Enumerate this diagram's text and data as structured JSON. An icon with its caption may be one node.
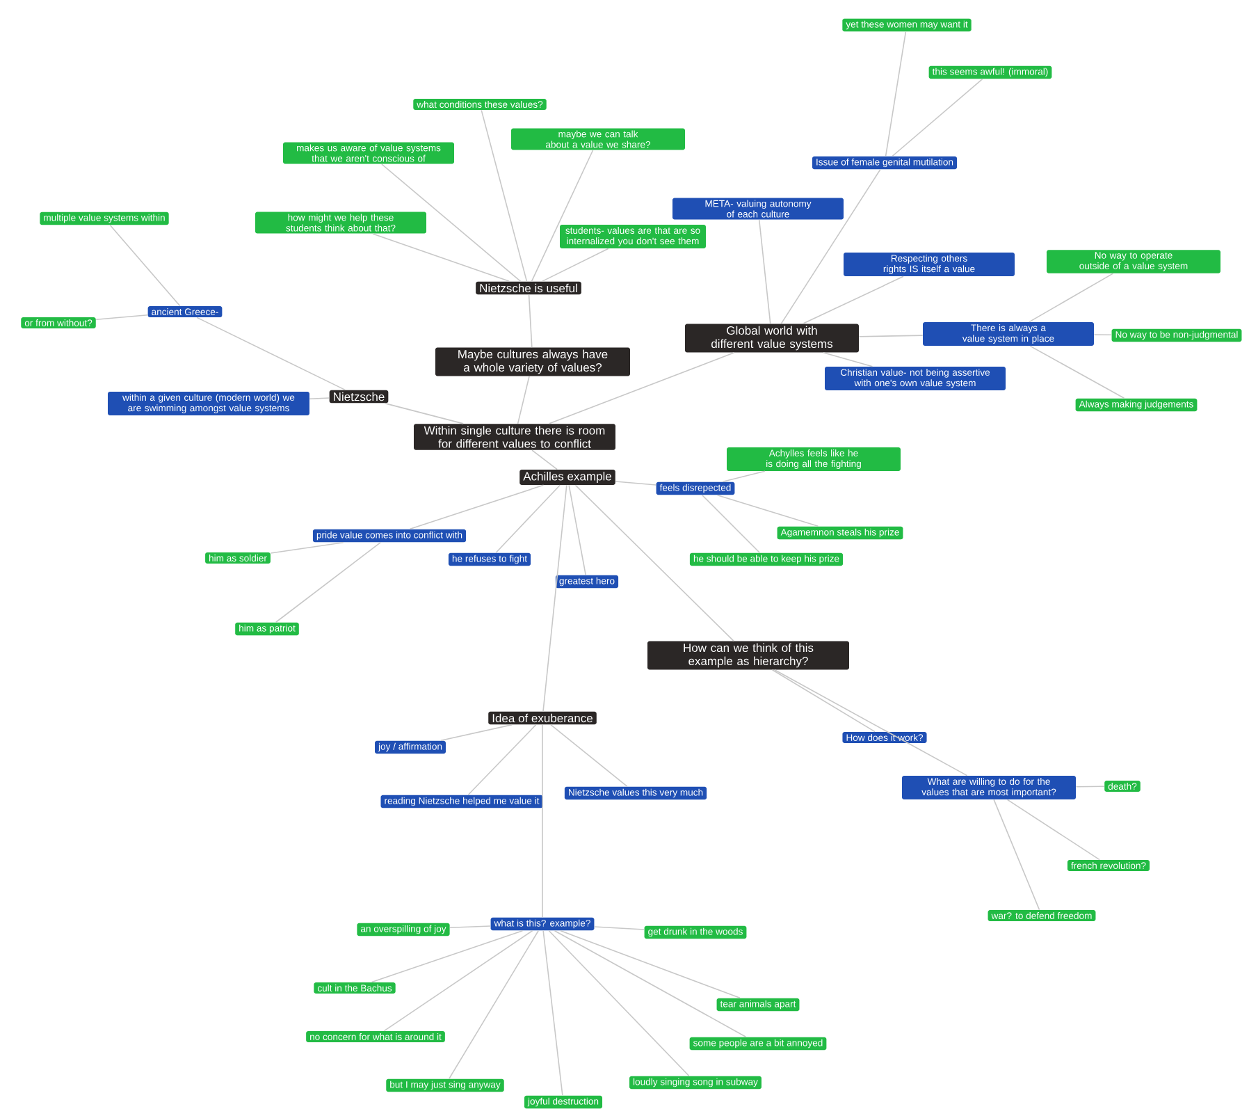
{
  "diagram": {
    "nodes": [
      {
        "text": [
          "Nietzsche"
        ]
      },
      {
        "text": [
          "within a given culture (modern world) we are swimming amongst value systems"
        ]
      },
      {
        "text": [
          "ancient Greece-"
        ]
      },
      {
        "text": [
          "multiple value systems within"
        ]
      },
      {
        "text": [
          "or from without?"
        ]
      },
      {
        "text": [
          "Within single culture there is room for different values to conflict"
        ]
      },
      {
        "text": [
          "Maybe cultures always have a whole variety of values?"
        ]
      },
      {
        "text": [
          "Nietzsche is useful"
        ]
      },
      {
        "text": [
          "what conditions these values?"
        ]
      },
      {
        "text": [
          "makes us aware of value systems that we aren't conscious of"
        ]
      },
      {
        "text": [
          "students- values are that are so internalized you don't see them"
        ]
      },
      {
        "text": [
          "maybe we can talk about a value we share?"
        ]
      },
      {
        "text": [
          "how might we help these students think about that?"
        ]
      },
      {
        "text": [
          "Global world with different value systems"
        ]
      },
      {
        "text": [
          "META- valuing autonomy of each culture"
        ]
      },
      {
        "text": [
          "Issue of female genital mutilation"
        ]
      },
      {
        "text": [
          "yet these women may want it"
        ]
      },
      {
        "text": [
          "this seems awful! (immoral)"
        ]
      },
      {
        "text": [
          "Respecting others rights IS itself a value"
        ]
      },
      {
        "text": [
          "Christian value- not being assertive with one's own value system"
        ]
      },
      {
        "text": [
          "There is always a value system in place"
        ]
      },
      {
        "text": [
          "No way to operate outside of a value system"
        ]
      },
      {
        "text": [
          "No way to be non-judgmental"
        ]
      },
      {
        "text": [
          "Always making judgements"
        ]
      },
      {
        "text": [
          "Achilles example"
        ]
      },
      {
        "text": [
          "feels disrepected"
        ]
      },
      {
        "text": [
          "Achylles feels like he is doing all the fighting"
        ]
      },
      {
        "text": [
          "Agamemnon steals his prize"
        ]
      },
      {
        "text": [
          "he should be able to keep his prize"
        ]
      },
      {
        "text": [
          "pride value comes into conflict with"
        ]
      },
      {
        "text": [
          "he refuses to fight"
        ]
      },
      {
        "text": [
          "him as soldier"
        ]
      },
      {
        "text": [
          "him as patriot"
        ]
      },
      {
        "text": [
          "greatest hero"
        ]
      },
      {
        "text": [
          "How can we think of this example as hierarchy?"
        ]
      },
      {
        "text": [
          "How does it work?"
        ]
      },
      {
        "text": [
          "What are willing to do for the values that are most important?"
        ]
      },
      {
        "text": [
          "death?"
        ]
      },
      {
        "text": [
          "french revolution?"
        ]
      },
      {
        "text": [
          "war? to defend freedom"
        ]
      },
      {
        "text": [
          "Idea of exuberance"
        ]
      },
      {
        "text": [
          "joy / affirmation"
        ]
      },
      {
        "text": [
          "reading Nietzsche helped me value it"
        ]
      },
      {
        "text": [
          "Nietzsche values this very much"
        ]
      },
      {
        "text": [
          "what is this?  example?"
        ]
      },
      {
        "text": [
          "an overspilling of joy"
        ]
      },
      {
        "text": [
          "get drunk in the woods"
        ]
      },
      {
        "text": [
          "cult in the Bachus"
        ]
      },
      {
        "text": [
          "no concern for what is around it"
        ]
      },
      {
        "text": [
          "tear animals apart"
        ]
      },
      {
        "text": [
          "some people are a bit annoyed"
        ]
      },
      {
        "text": [
          "but I may just sing anyway"
        ]
      },
      {
        "text": [
          "loudly singing song in subway"
        ]
      },
      {
        "text": [
          "joyful destruction"
        ]
      }
    ],
    "edges": [
      {
        "from": 0,
        "to": 1,
        "arrow": "none"
      },
      {
        "from": 0,
        "to": 2,
        "arrow": "none"
      },
      {
        "from": 2,
        "to": 3,
        "arrow": "none"
      },
      {
        "from": 2,
        "to": 4,
        "arrow": "none"
      },
      {
        "from": 0,
        "to": 5,
        "arrow": "none"
      },
      {
        "from": 5,
        "to": 6,
        "arrow": "none"
      },
      {
        "from": 6,
        "to": 7,
        "arrow": "none"
      },
      {
        "from": 7,
        "to": 8,
        "arrow": "none"
      },
      {
        "from": 7,
        "to": 9,
        "arrow": "none"
      },
      {
        "from": 7,
        "to": 10,
        "arrow": "none"
      },
      {
        "from": 7,
        "to": 11,
        "arrow": "none"
      },
      {
        "from": 7,
        "to": 12,
        "arrow": "none"
      },
      {
        "from": 5,
        "to": 13,
        "arrow": "none"
      },
      {
        "from": 13,
        "to": 14,
        "arrow": "none"
      },
      {
        "from": 13,
        "to": 15,
        "arrow": "none"
      },
      {
        "from": 15,
        "to": 16,
        "arrow": "none"
      },
      {
        "from": 15,
        "to": 17,
        "arrow": "none"
      },
      {
        "from": 13,
        "to": 18,
        "arrow": "none"
      },
      {
        "from": 13,
        "to": 19,
        "arrow": "none"
      },
      {
        "from": 13,
        "to": 20,
        "arrow": "none"
      },
      {
        "from": 20,
        "to": 21,
        "arrow": "none"
      },
      {
        "from": 20,
        "to": 22,
        "arrow": "none"
      },
      {
        "from": 20,
        "to": 23,
        "arrow": "none"
      },
      {
        "from": 5,
        "to": 24,
        "arrow": "none"
      },
      {
        "from": 24,
        "to": 25,
        "arrow": "none"
      },
      {
        "from": 25,
        "to": 26,
        "arrow": "none"
      },
      {
        "from": 25,
        "to": 27,
        "arrow": "none"
      },
      {
        "from": 25,
        "to": 28,
        "arrow": "none"
      },
      {
        "from": 24,
        "to": 29,
        "arrow": "none"
      },
      {
        "from": 24,
        "to": 30,
        "arrow": "none"
      },
      {
        "from": 29,
        "to": 31,
        "arrow": "none"
      },
      {
        "from": 29,
        "to": 32,
        "arrow": "none"
      },
      {
        "from": 24,
        "to": 33,
        "arrow": "none"
      },
      {
        "from": 24,
        "to": 34,
        "arrow": "none"
      },
      {
        "from": 34,
        "to": 35,
        "arrow": "none"
      },
      {
        "from": 34,
        "to": 36,
        "arrow": "none"
      },
      {
        "from": 36,
        "to": 37,
        "arrow": "none"
      },
      {
        "from": 36,
        "to": 38,
        "arrow": "none"
      },
      {
        "from": 36,
        "to": 39,
        "arrow": "none"
      },
      {
        "from": 24,
        "to": 40,
        "arrow": "none"
      },
      {
        "from": 40,
        "to": 41,
        "arrow": "none"
      },
      {
        "from": 40,
        "to": 42,
        "arrow": "none"
      },
      {
        "from": 40,
        "to": 43,
        "arrow": "none"
      },
      {
        "from": 40,
        "to": 44,
        "arrow": "none"
      },
      {
        "from": 44,
        "to": 45,
        "arrow": "none"
      },
      {
        "from": 44,
        "to": 46,
        "arrow": "none"
      },
      {
        "from": 44,
        "to": 47,
        "arrow": "none"
      },
      {
        "from": 44,
        "to": 48,
        "arrow": "none"
      },
      {
        "from": 44,
        "to": 49,
        "arrow": "none"
      },
      {
        "from": 44,
        "to": 50,
        "arrow": "none"
      },
      {
        "from": 44,
        "to": 51,
        "arrow": "none"
      },
      {
        "from": 44,
        "to": 52,
        "arrow": "none"
      },
      {
        "from": 44,
        "to": 53,
        "arrow": "none"
      }
    ]
  }
}
